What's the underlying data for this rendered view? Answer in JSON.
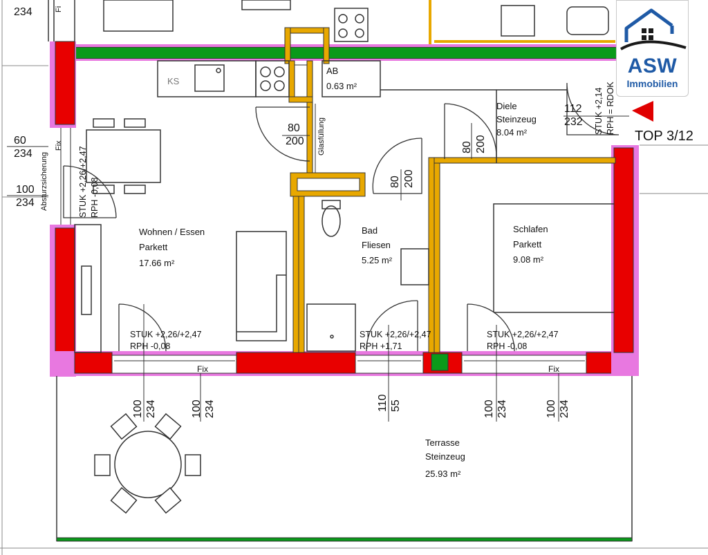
{
  "plan_labels": {
    "rooms": {
      "wohnen": {
        "name": "Wohnen / Essen",
        "floor": "Parkett",
        "area": "17.66 m²"
      },
      "bad": {
        "name_1": "Bad",
        "name_2": "Fliesen",
        "area": "5.25 m²"
      },
      "schlafen": {
        "name": "Schlafen",
        "floor": "Parkett",
        "area": "9.08 m²"
      },
      "diele": {
        "name": "Diele",
        "floor": "Steinzeug",
        "area": "8.04 m²"
      },
      "ab": {
        "name": "AB",
        "area": "0.63 m²"
      },
      "terrasse": {
        "name": "Terrasse",
        "floor": "Steinzeug",
        "area": "25.93 m²"
      }
    },
    "dims": {
      "d100": "100",
      "d234": "234",
      "d60": "60",
      "d80": "80",
      "d200": "200",
      "d112": "112",
      "d232": "232",
      "d110": "110",
      "d55": "55"
    },
    "notes": {
      "stuk_247": "STUK +2,26/+2,47",
      "rph_008": "RPH   -0,08",
      "rph_171": "RPH  +1,71",
      "stuk_v": "STUK +2,26/+2,47",
      "rph_v": "RPH   -0,08",
      "stuk_214": "STUK +2,14",
      "rph_rdok": "RPH = RDOK",
      "fix": "Fix",
      "ks": "KS",
      "glasfuellung": "Glasfüllung",
      "absturzsicherung": "Absturzsicherung",
      "fi_partial": "Fi"
    },
    "top_label": "TOP 3/12"
  },
  "logo": {
    "brand": "ASW",
    "sub": "Immobilien"
  },
  "colors": {
    "wall_red": "#e80000",
    "wall_green": "#0a9a1a",
    "frame_pink": "#e878e0",
    "wall_yellow": "#e8a800",
    "marker_red": "#e00000",
    "logo_blue": "#1f5aa6"
  }
}
